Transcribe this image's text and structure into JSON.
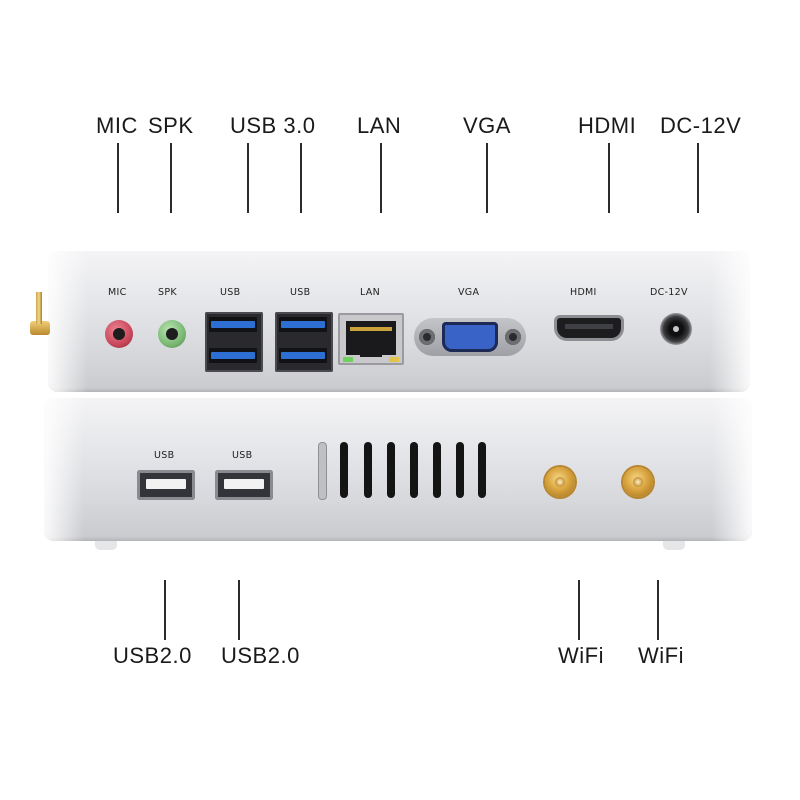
{
  "callouts_top": {
    "mic": "MIC",
    "spk": "SPK",
    "usb30": "USB 3.0",
    "lan": "LAN",
    "vga": "VGA",
    "hdmi": "HDMI",
    "dc": "DC-12V"
  },
  "callouts_bottom": {
    "usb20_a": "USB2.0",
    "usb20_b": "USB2.0",
    "wifi_a": "WiFi",
    "wifi_b": "WiFi"
  },
  "port_labels_top": {
    "mic": "MIC",
    "spk": "SPK",
    "usb_a": "USB",
    "usb_b": "USB",
    "lan": "LAN",
    "vga": "VGA",
    "hdmi": "HDMI",
    "dc": "DC-12V"
  },
  "port_labels_bottom": {
    "usb_a": "USB",
    "usb_b": "USB"
  },
  "colors": {
    "mic_jack": "#c8485b",
    "spk_jack": "#7ab873",
    "usb3_tongue": "#2e6fd3",
    "vga_connector": "#3a63c8",
    "antenna_gold": "#d9a43e"
  }
}
